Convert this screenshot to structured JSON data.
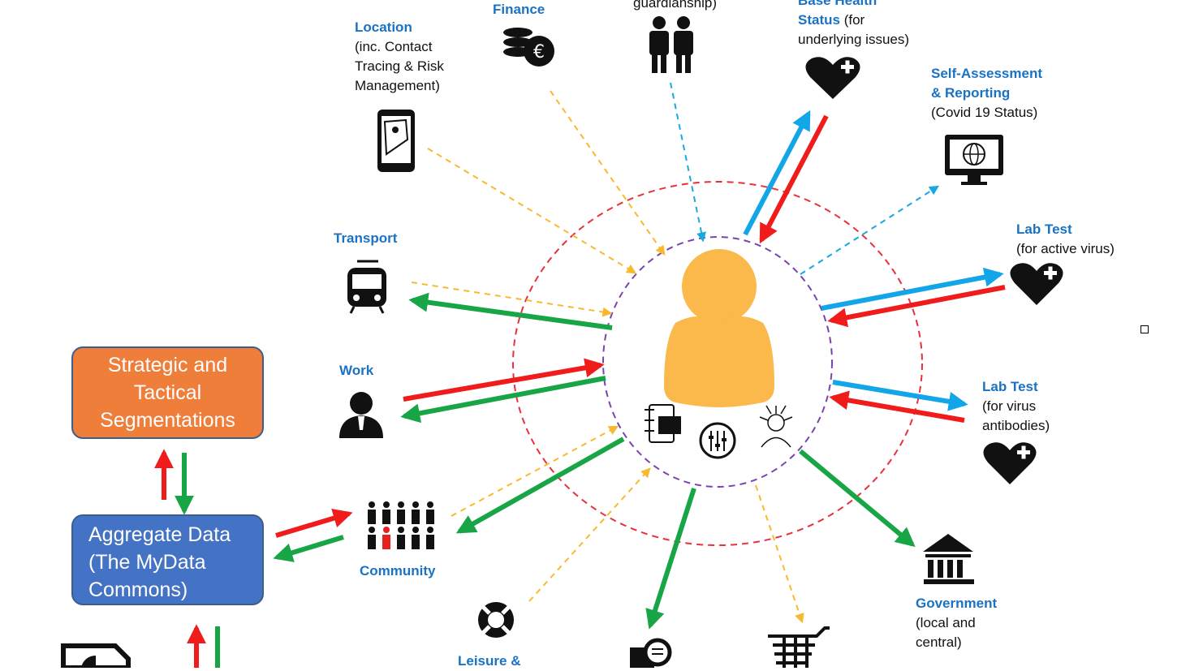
{
  "nodes": {
    "location": {
      "title": "Location",
      "detail": "(inc. Contact\nTracing & Risk\nManagement)"
    },
    "finance": {
      "title": "Finance"
    },
    "guardianship": {
      "detail": "guardianship)"
    },
    "base_health": {
      "title": "Base Health",
      "title2": "Status",
      "detail": " (for",
      "detail2": "underlying issues)"
    },
    "self_assessment": {
      "title": "Self-Assessment\n& Reporting",
      "detail": "(Covid 19 Status)"
    },
    "transport": {
      "title": "Transport"
    },
    "lab_test_active": {
      "title": "Lab Test",
      "detail": "(for active virus)"
    },
    "work": {
      "title": "Work"
    },
    "lab_test_antibodies": {
      "title": "Lab Test",
      "detail": "(for virus\nantibodies)"
    },
    "community": {
      "title": "Community"
    },
    "government": {
      "title": "Government",
      "detail": "(local and\ncentral)"
    },
    "leisure": {
      "title": "Leisure &"
    }
  },
  "boxes": {
    "strategic": "Strategic and\nTactical\nSegmentations",
    "aggregate": "Aggregate Data\n(The MyData\nCommons)"
  },
  "colors": {
    "person": "#fbb94b",
    "blue_arrow": "#12a6e8",
    "red_arrow": "#f01c1c",
    "green_arrow": "#17a546",
    "orange_dash": "#f7b92e",
    "blue_dash": "#1aa8e0",
    "outer_ring": "#e8313b",
    "inner_ring": "#7a44ad",
    "label_title": "#1a72c4",
    "strategic_box": "#ee7e3a",
    "aggregate_box": "#4472c4"
  },
  "icons": [
    "phone-map-icon",
    "coins-euro-icon",
    "guardians-icon",
    "heart-plus-icon",
    "monitor-globe-icon",
    "train-icon",
    "worker-icon",
    "crowd-icon",
    "lifebuoy-icon",
    "search-document-icon",
    "shopping-cart-icon",
    "bank-icon",
    "pie-document-icon",
    "person-icon",
    "data-device-icon",
    "sliders-icon",
    "ai-head-icon"
  ]
}
